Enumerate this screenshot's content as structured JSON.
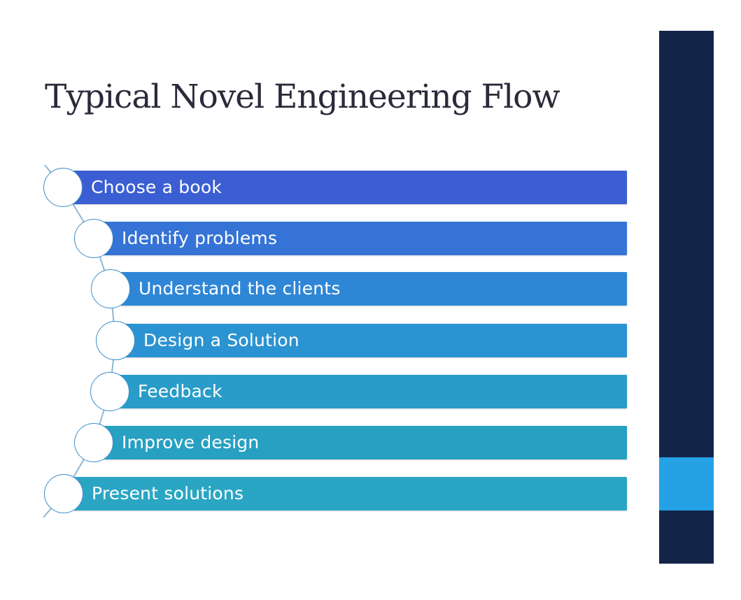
{
  "slide": {
    "title": "Typical Novel Engineering Flow"
  },
  "flow": {
    "steps": [
      {
        "label": "Choose a book",
        "color": "#3b5fd2"
      },
      {
        "label": "Identify problems",
        "color": "#3573d6"
      },
      {
        "label": "Understand the clients",
        "color": "#2f86d6"
      },
      {
        "label": "Design a Solution",
        "color": "#2b93d1"
      },
      {
        "label": "Feedback",
        "color": "#299cc9"
      },
      {
        "label": "Improve design",
        "color": "#28a0c2"
      },
      {
        "label": "Present solutions",
        "color": "#2aa6c4"
      }
    ],
    "circle_outline_color": "#3b8ec8"
  },
  "side_panel": {
    "main_color": "#14254a",
    "accent_color": "#25a2e6"
  }
}
